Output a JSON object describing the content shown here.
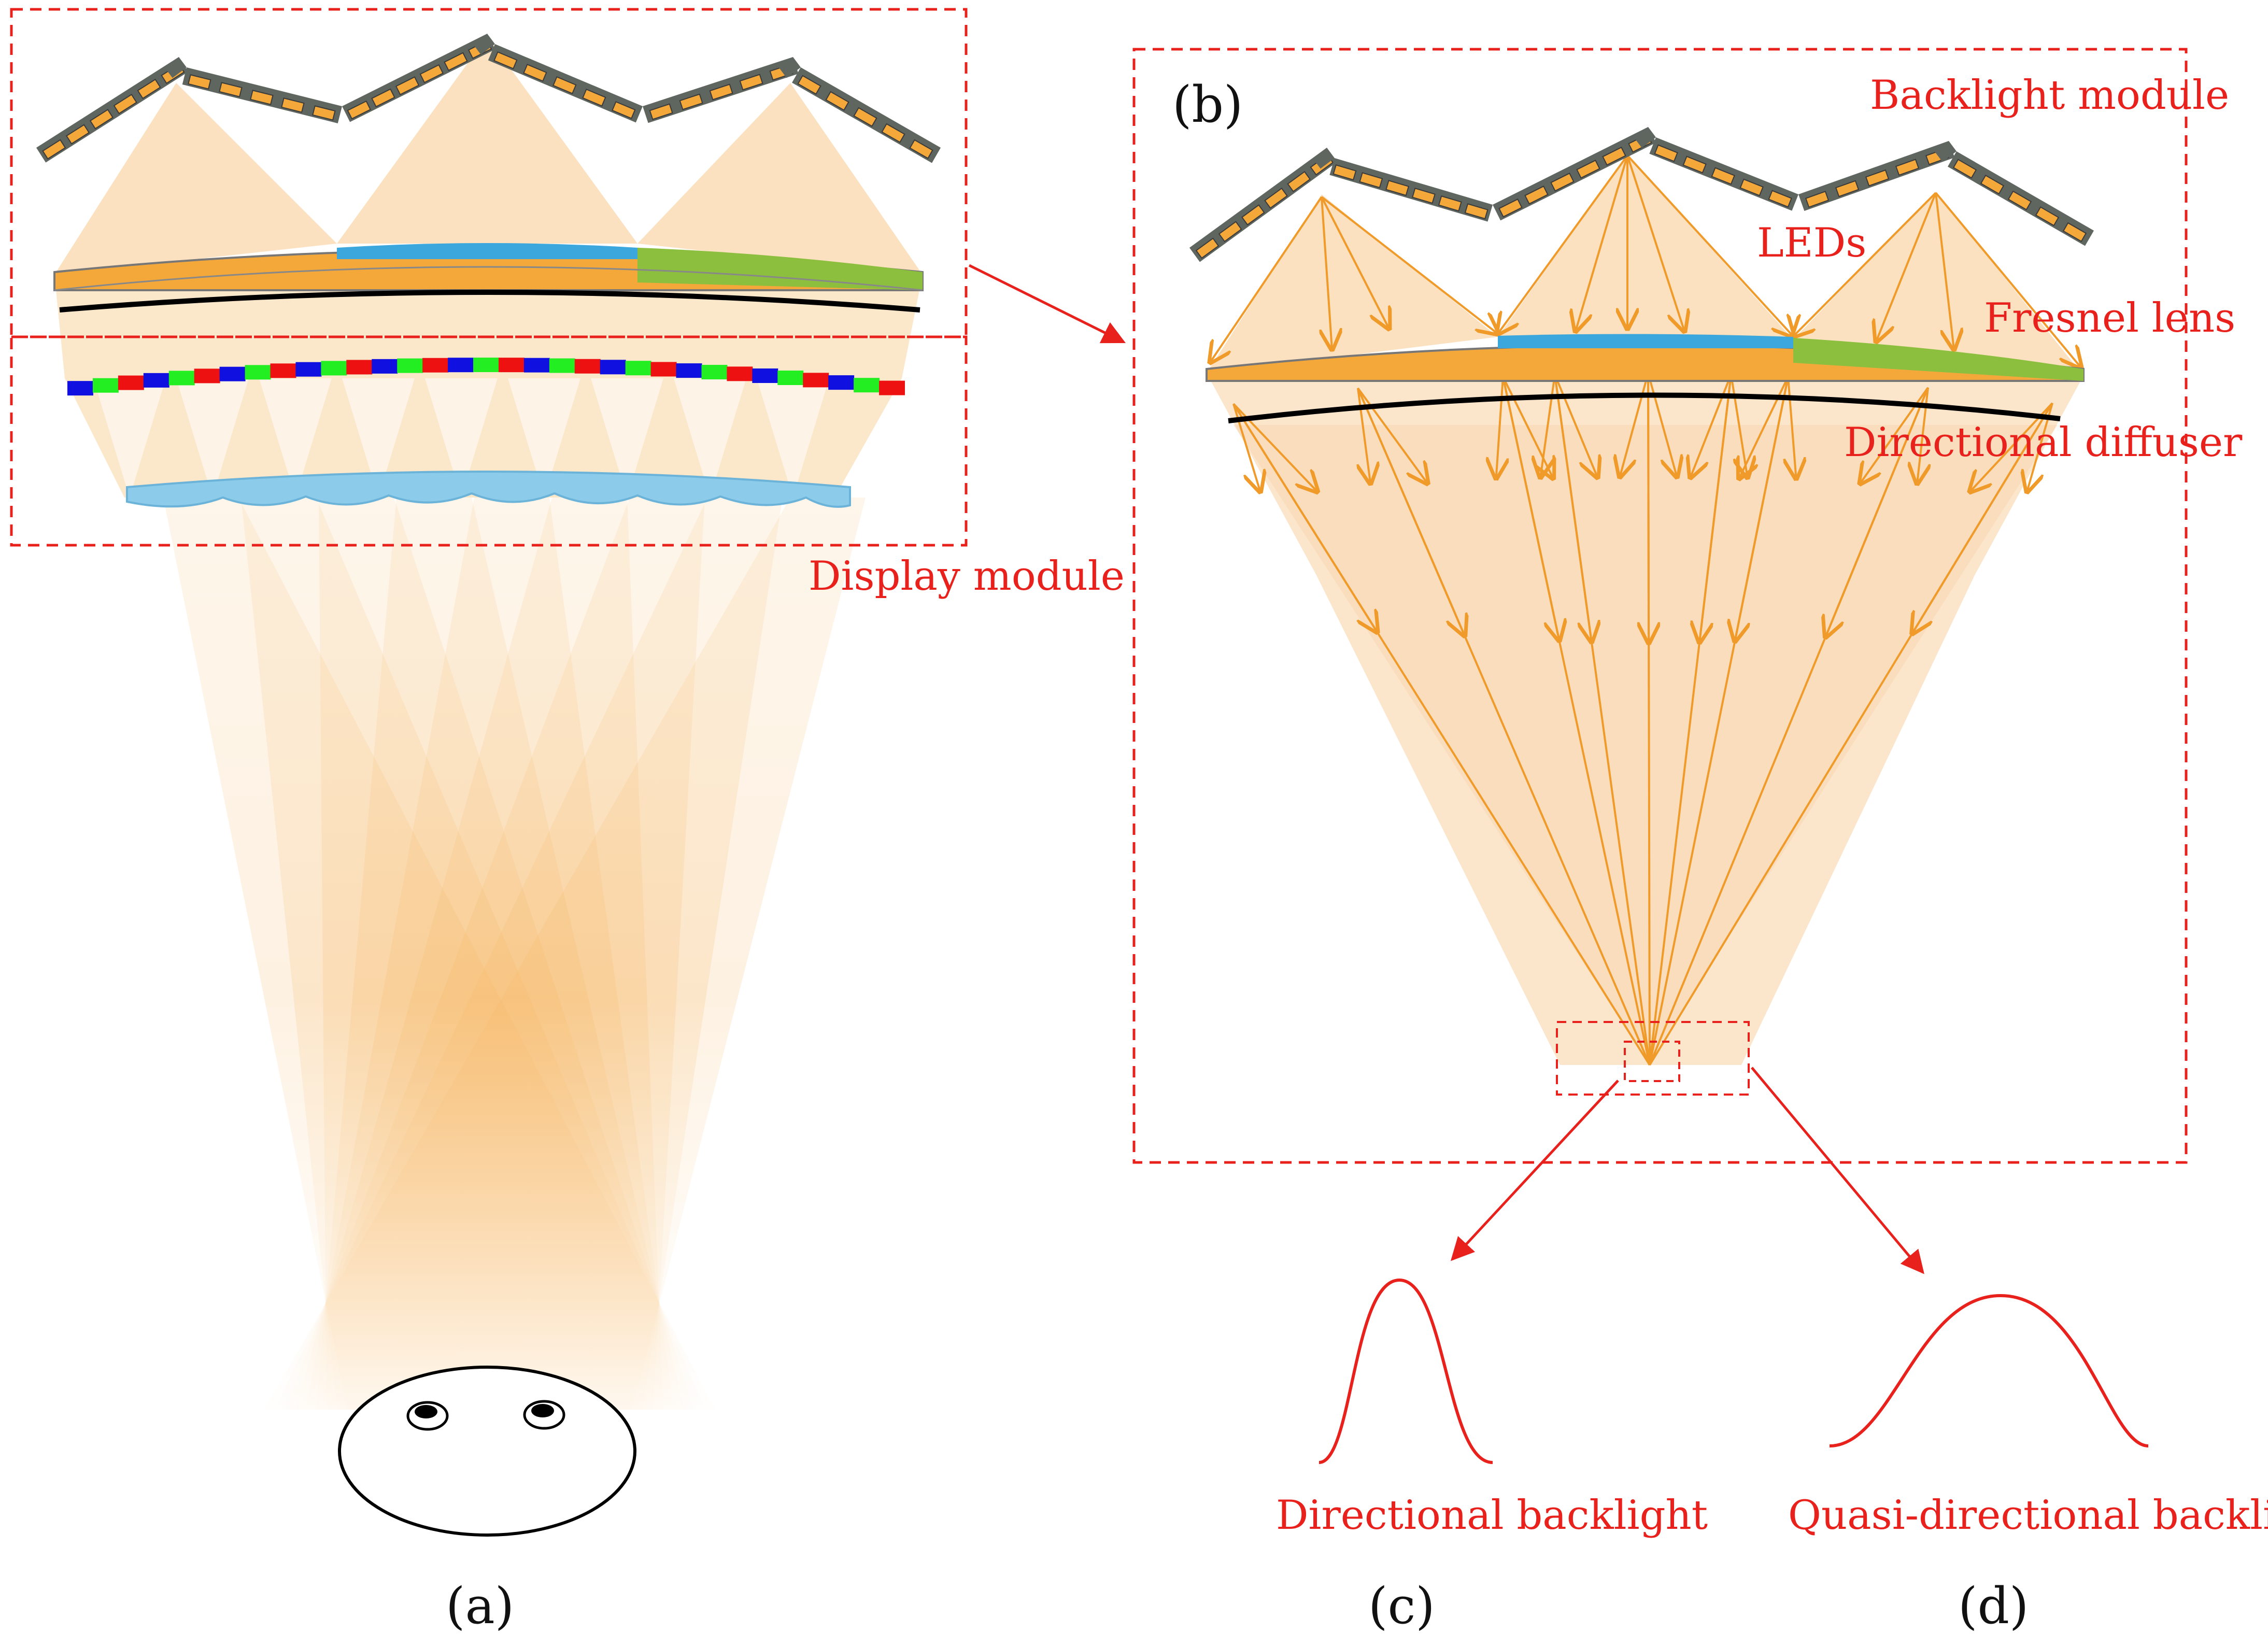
{
  "panels": {
    "a": "(a)",
    "b": "(b)",
    "c": "(c)",
    "d": "(d)"
  },
  "labels": {
    "backlight_module": "Backlight module",
    "leds": "LEDs",
    "fresnel_lens": "Fresnel lens",
    "directional_diffuser": "Directional diffuser",
    "display_module": "Display module",
    "directional_backlight": "Directional backlight",
    "quasi_directional_backlight": "Quasi-directional backlight"
  },
  "colors": {
    "annotation_red": "#e8211c",
    "led_orange": "#f4a83a",
    "led_frame_gray": "#5f6660",
    "light_beam": "#f7c98a",
    "ray_orange": "#f09a2a",
    "fresnel_blue": "#3ba7dc",
    "fresnel_green": "#8dbf3f",
    "lens_array_blue": "#8dcbea",
    "subpixel_colors": [
      "#1010e0",
      "#22ee22",
      "#ee1111"
    ]
  }
}
